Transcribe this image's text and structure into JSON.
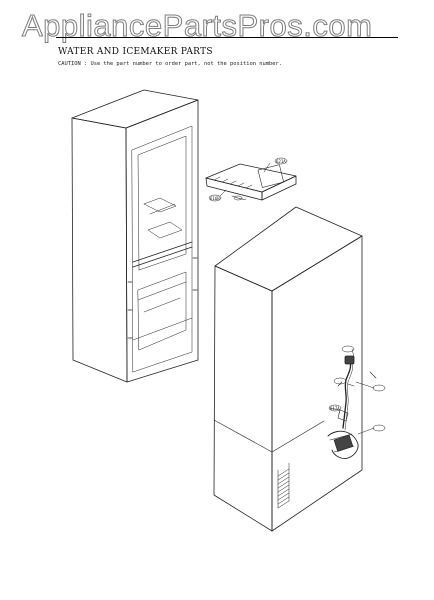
{
  "watermark": "AppliancePartsPros.com",
  "title": "WATER AND ICEMAKER PARTS",
  "caution": "CAUTION : Use the part number to order part, not the position number.",
  "callouts": {
    "icemaker_a": "621A",
    "icemaker_b": "616B",
    "tube_a": "617A"
  }
}
